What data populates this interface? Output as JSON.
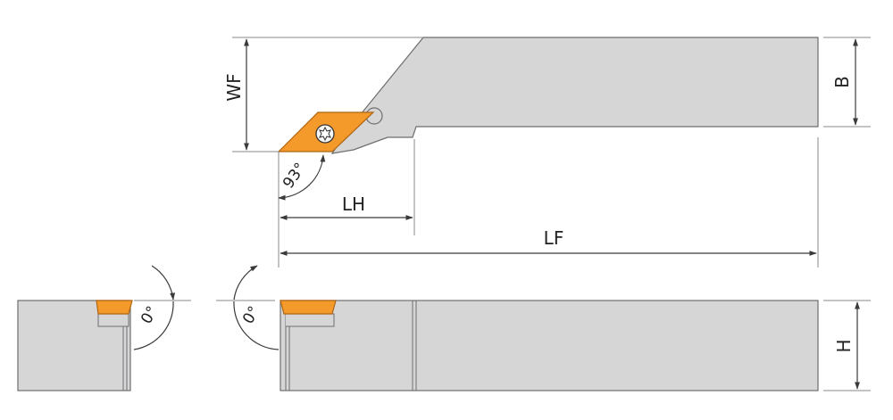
{
  "drawing": {
    "labels": {
      "wf": "WF",
      "b": "B",
      "lh": "LH",
      "lf": "LF",
      "h": "H",
      "angle_main": "93°",
      "angle_left": "0°",
      "angle_right": "0°"
    },
    "colors": {
      "body": "#d6d6d7",
      "body_stroke": "#6e6e70",
      "insert": "#f39a2b",
      "insert_stroke": "#b06512",
      "dim_line": "#3a3a3a",
      "ext_line": "#8a8a8a"
    }
  }
}
